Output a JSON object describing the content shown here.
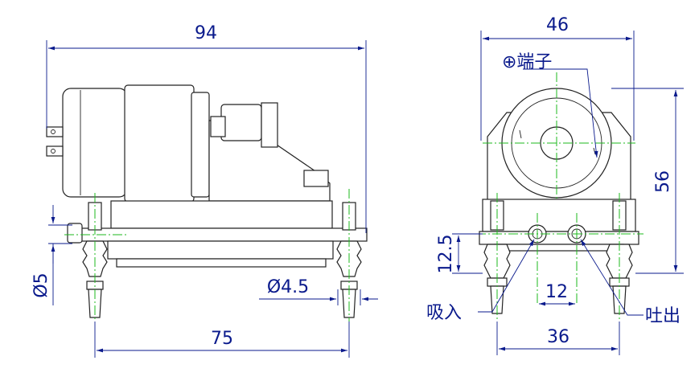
{
  "drawing": {
    "dimensions": {
      "overall_width": "94",
      "port_spacing": "75",
      "outlet_diameter": "Ø5",
      "hole_diameter": "Ø4.5",
      "end_width": "46",
      "end_height": "56",
      "port_height": "12.5",
      "port_pitch": "12",
      "foot_spacing": "36"
    },
    "labels": {
      "terminal": "⊕端子",
      "inlet": "吸入",
      "outlet": "吐出"
    },
    "colors": {
      "dimension": "#0a1a8c",
      "centerline": "#1db81d",
      "outline": "#222222"
    }
  }
}
